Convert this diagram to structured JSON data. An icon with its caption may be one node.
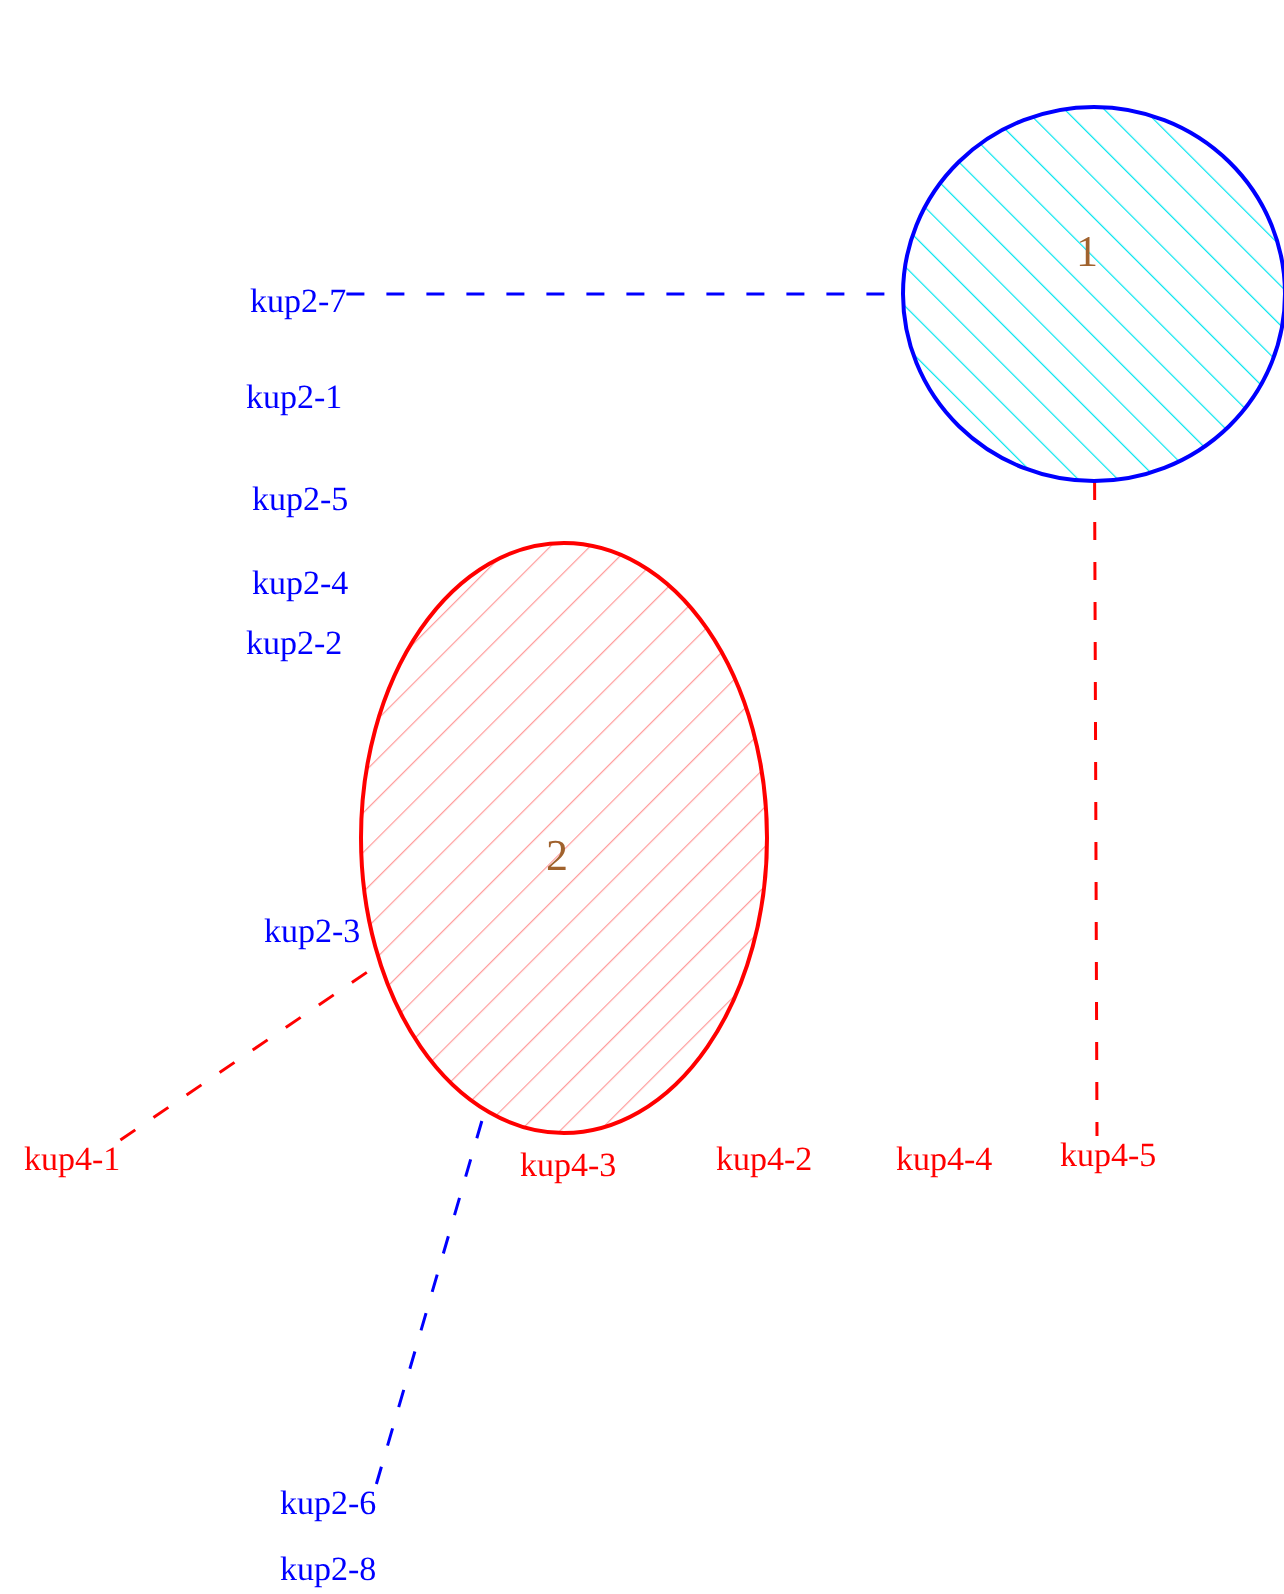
{
  "diagram": {
    "nodes": [
      {
        "text": [
          "1"
        ]
      },
      {
        "text": [
          "kup2-7"
        ]
      },
      {
        "text": [
          "2"
        ]
      },
      {
        "text": [
          "kup4-1"
        ]
      },
      {
        "text": [
          "kup4-5"
        ]
      },
      {
        "text": [
          "kup2-6"
        ]
      }
    ],
    "edges": [
      {
        "from": 1,
        "to": 0,
        "arrow": "none",
        "style": "dashed",
        "color": "#0000ff"
      },
      {
        "from": 0,
        "to": 4,
        "arrow": "none",
        "style": "dashed",
        "color": "#ff0000"
      },
      {
        "from": 3,
        "to": 2,
        "arrow": "none",
        "style": "dashed",
        "color": "#ff0000"
      },
      {
        "from": 5,
        "to": 2,
        "arrow": "none",
        "style": "dashed",
        "color": "#0000ff"
      }
    ],
    "labels": [
      "kup2-1",
      "kup2-5",
      "kup2-4",
      "kup2-2",
      "kup2-3",
      "kup4-3",
      "kup4-2",
      "kup4-4",
      "kup2-8"
    ]
  }
}
